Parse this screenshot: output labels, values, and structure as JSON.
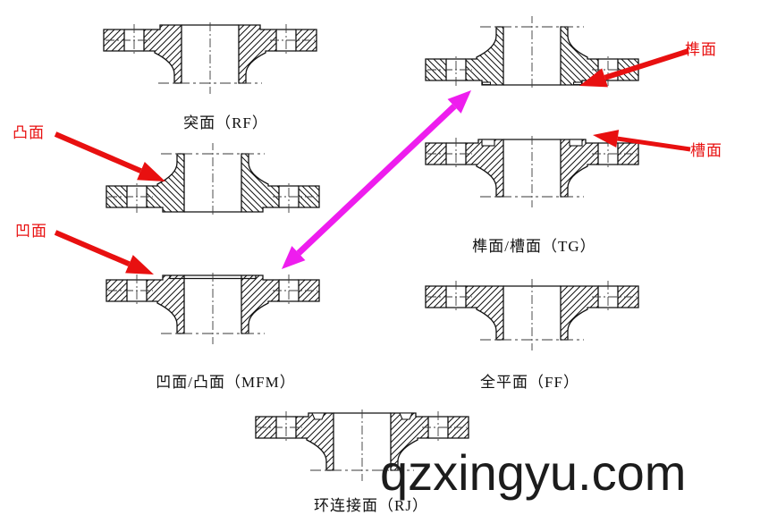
{
  "diagram": {
    "figures": [
      {
        "id": "rf",
        "caption": "突面（RF）"
      },
      {
        "id": "mfm",
        "caption": "凹面/凸面（MFM）"
      },
      {
        "id": "tg",
        "caption": "榫面/槽面（TG）"
      },
      {
        "id": "ff",
        "caption": "全平面（FF）"
      },
      {
        "id": "rj",
        "caption": "环连接面（RJ）"
      }
    ],
    "annotations": {
      "convex": "凸面",
      "concave": "凹面",
      "tongue": "榫面",
      "groove": "槽面"
    },
    "colors": {
      "annotation_red": "#e81010",
      "mating_magenta": "#ee1dee",
      "line_black": "#111111"
    }
  },
  "watermark": {
    "text": "qzxingyu.com"
  }
}
